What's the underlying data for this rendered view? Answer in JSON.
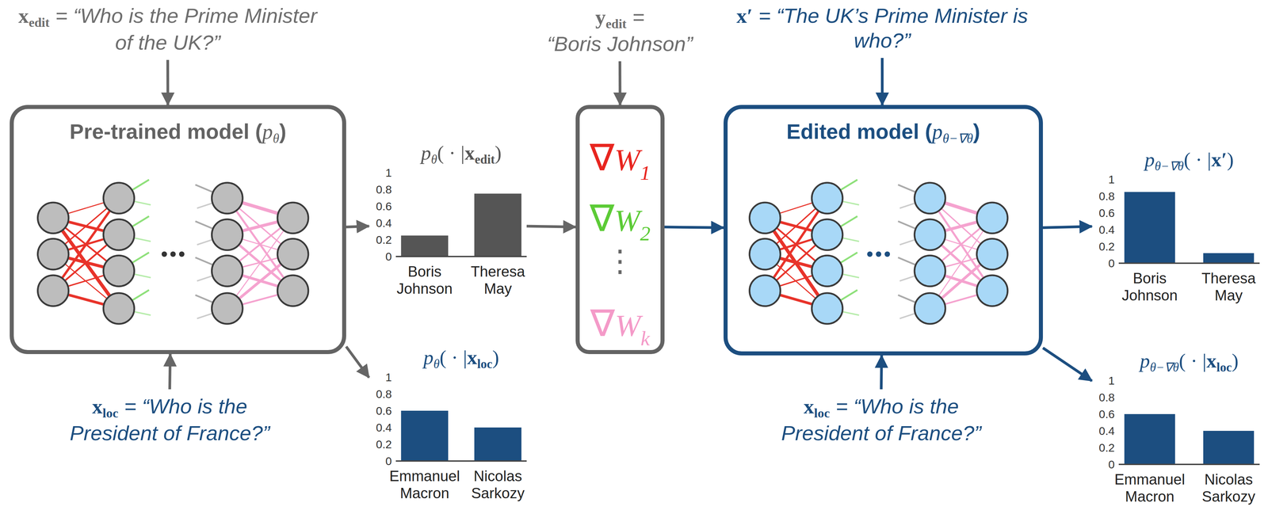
{
  "diagram": {
    "nodes": [
      {
        "text": [
          "x",
          "edit",
          "= “Who is the Prime Minister of the UK?”"
        ]
      },
      {
        "text": [
          "y",
          "edit",
          "=",
          "“Boris Johnson”"
        ]
      },
      {
        "text": [
          "x′",
          "= “The UK’s Prime Minister is who?”"
        ]
      },
      {
        "text": [
          "Pre-trained model (",
          "p",
          "θ",
          ")"
        ]
      },
      {
        "text": [
          "p",
          "θ",
          "( · |",
          "x",
          "edit",
          ")",
          "1",
          "0.8",
          "0.6",
          "0.4",
          "0.2",
          "0",
          "Boris Johnson",
          "Theresa May"
        ]
      },
      {
        "text": [
          "∇",
          "W",
          "1",
          "∇",
          "W",
          "2",
          "⋮",
          "∇",
          "W",
          "k"
        ]
      },
      {
        "text": [
          "Edited model (",
          "p",
          "θ−∇θ",
          ")"
        ]
      },
      {
        "text": [
          "p",
          "θ−∇θ",
          "( · |",
          "x′",
          ")",
          "1",
          "0.8",
          "0.6",
          "0.4",
          "0.2",
          "0",
          "Boris Johnson",
          "Theresa May"
        ]
      },
      {
        "text": [
          "x",
          "loc",
          "= “Who is the President of France?”"
        ]
      },
      {
        "text": [
          "p",
          "θ",
          "( · |",
          "x",
          "loc",
          ")",
          "1",
          "0.8",
          "0.6",
          "0.4",
          "0.2",
          "0",
          "Emmanuel Macron",
          "Nicolas Sarkozy"
        ]
      },
      {
        "text": [
          "x",
          "loc",
          "= “Who is the President of France?”"
        ]
      },
      {
        "text": [
          "p",
          "θ−∇θ",
          "( · |",
          "x",
          "loc",
          ")",
          "1",
          "0.8",
          "0.6",
          "0.4",
          "0.2",
          "0",
          "Emmanuel Macron",
          "Nicolas Sarkozy"
        ]
      }
    ],
    "edges": [
      {
        "from": 0,
        "to": 3,
        "arrow": "to"
      },
      {
        "from": 8,
        "to": 3,
        "arrow": "to"
      },
      {
        "from": 3,
        "to": 4,
        "arrow": "to"
      },
      {
        "from": 3,
        "to": 9,
        "arrow": "to"
      },
      {
        "from": 4,
        "to": 5,
        "arrow": "to"
      },
      {
        "from": 1,
        "to": 5,
        "arrow": "to"
      },
      {
        "from": 5,
        "to": 6,
        "arrow": "to"
      },
      {
        "from": 2,
        "to": 6,
        "arrow": "to"
      },
      {
        "from": 10,
        "to": 6,
        "arrow": "to"
      },
      {
        "from": 6,
        "to": 7,
        "arrow": "to"
      },
      {
        "from": 6,
        "to": 11,
        "arrow": "to"
      }
    ]
  }
}
